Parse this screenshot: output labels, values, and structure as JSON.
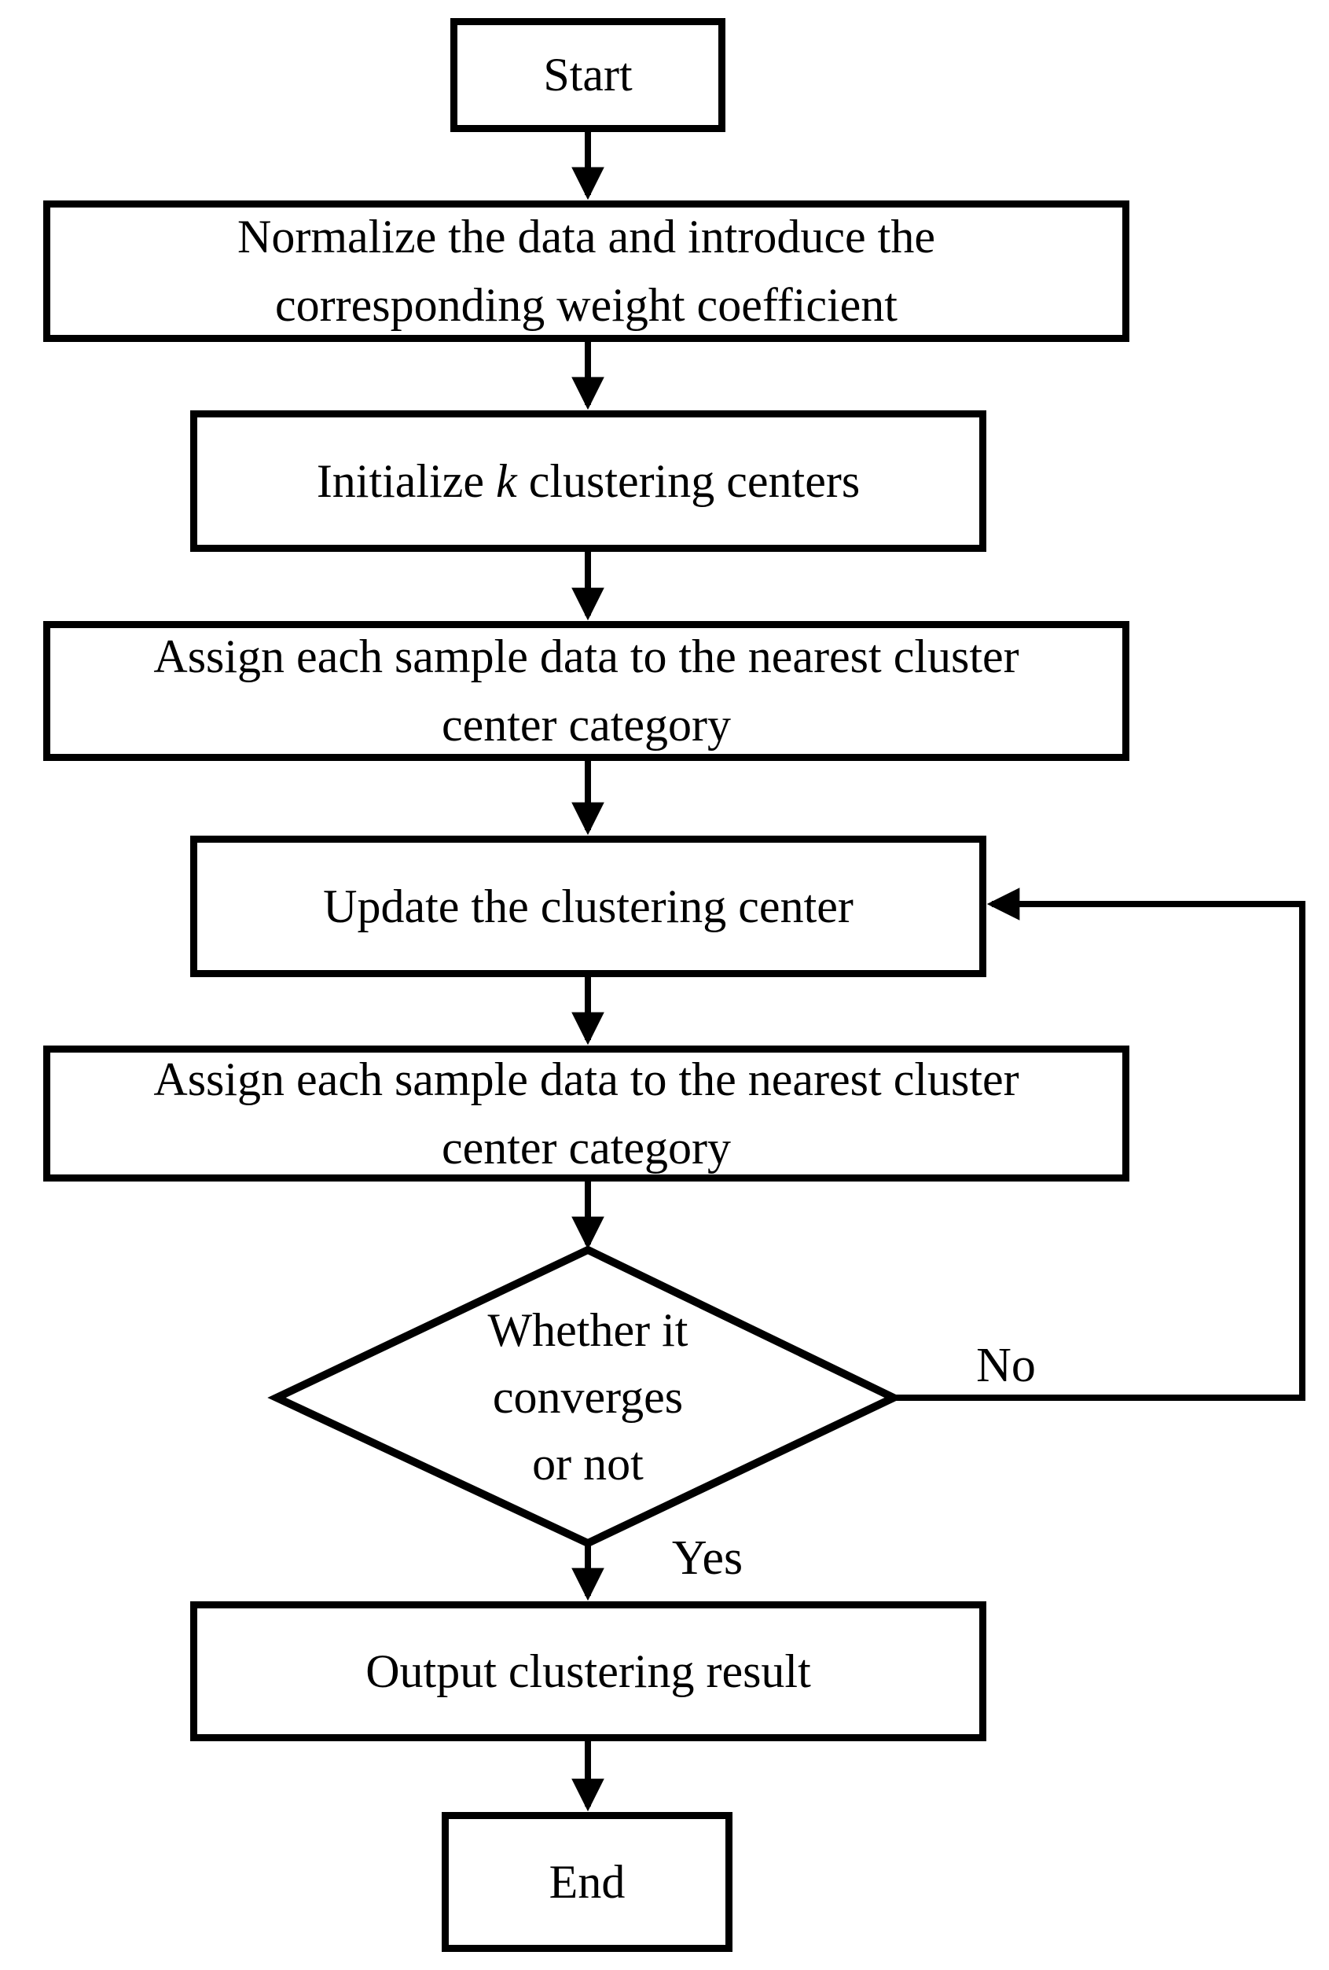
{
  "diagram": {
    "background_color": "#ffffff",
    "line_color": "#000000",
    "nodes": {
      "start": {
        "label": "Start"
      },
      "normalize": {
        "line1": "Normalize the data and introduce the",
        "line2": "corresponding weight coefficient"
      },
      "initialize": {
        "prefix": "Initialize ",
        "emphasis": "k",
        "suffix": " clustering centers"
      },
      "assign1": {
        "line1": "Assign each sample data to the nearest cluster",
        "line2": "center category"
      },
      "update": {
        "label": "Update the clustering center"
      },
      "assign2": {
        "line1": "Assign each sample data to the nearest cluster",
        "line2": "center category"
      },
      "decision": {
        "line1": "Whether it",
        "line2": "converges",
        "line3": "or not"
      },
      "output": {
        "label": "Output clustering result"
      },
      "end": {
        "label": "End"
      }
    },
    "edge_labels": {
      "no": "No",
      "yes": "Yes"
    }
  }
}
